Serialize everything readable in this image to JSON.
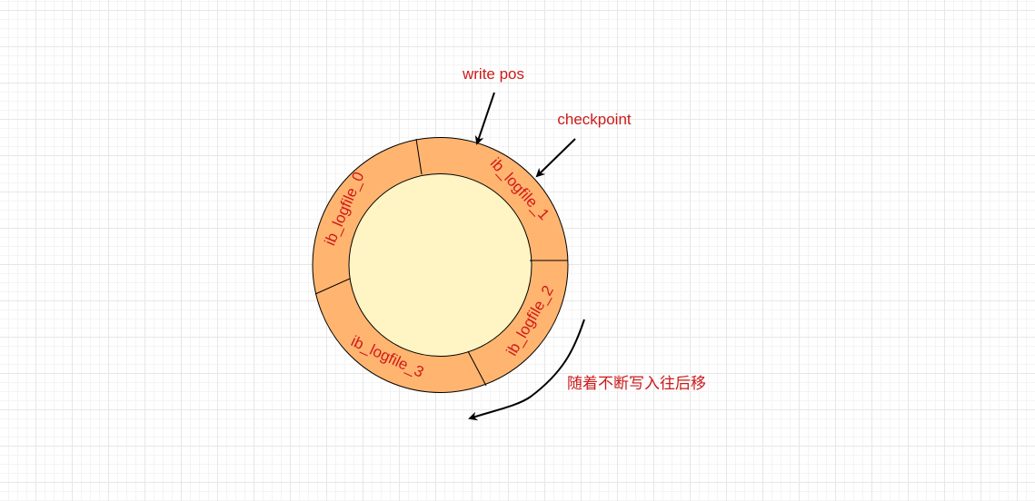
{
  "diagram": {
    "segments": [
      {
        "label": "ib_logfile_0"
      },
      {
        "label": "ib_logfile_1"
      },
      {
        "label": "ib_logfile_2"
      },
      {
        "label": "ib_logfile_3"
      }
    ],
    "pointers": {
      "write_pos": "write pos",
      "checkpoint": "checkpoint"
    },
    "note": "随着不断写入往后移",
    "colors": {
      "ring_fill": "#ffb570",
      "inner_fill": "#fff4c3",
      "stroke": "#000000",
      "text": "#cc1a1a"
    }
  }
}
